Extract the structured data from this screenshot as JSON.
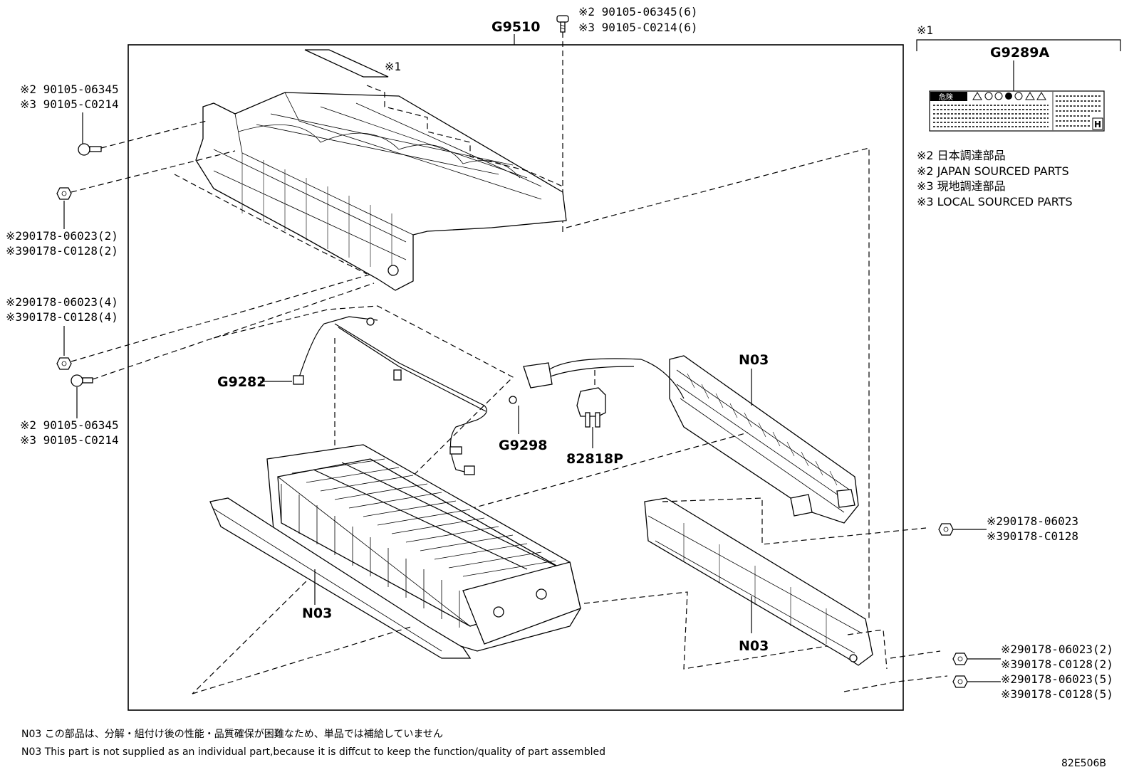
{
  "assembly": {
    "main_code": "G9510",
    "top_bolt": [
      "※2 90105-06345(6)",
      "※3 90105-C0214(6)"
    ],
    "sheet_marker": "※1"
  },
  "label_box": {
    "marker": "※1",
    "code": "G9289A",
    "warning_text": "危険",
    "corner_letter": "H"
  },
  "legend": [
    "※2 日本調達部品",
    "※2 JAPAN SOURCED PARTS",
    "※3 現地調達部品",
    "※3 LOCAL SOURCED PARTS"
  ],
  "left_callouts": {
    "bolt_upper": [
      "※2 90105-06345",
      "※3 90105-C0214"
    ],
    "nut_upper": [
      "※290178-06023(2)",
      "※390178-C0128(2)"
    ],
    "nut_mid": [
      "※290178-06023(4)",
      "※390178-C0128(4)"
    ],
    "bolt_lower": [
      "※2 90105-06345",
      "※3 90105-C0214"
    ]
  },
  "right_callouts": {
    "nut_single": [
      "※290178-06023",
      "※390178-C0128"
    ],
    "nut_two": [
      "※290178-06023(2)",
      "※390178-C0128(2)"
    ],
    "nut_five": [
      "※290178-06023(5)",
      "※390178-C0128(5)"
    ]
  },
  "part_labels": {
    "wire_left": "G9282",
    "wire_right": "G9298",
    "clip": "82818P",
    "bus_bar": "N03",
    "battery_stack": "N03",
    "bracket": "N03"
  },
  "notes": [
    "N03 この部品は、分解・組付け後の性能・品質確保が困難なため、単品では補給していません",
    "N03 This part is not supplied as an  individual part,because it is diffcut to keep the function/quality of part assembled"
  ],
  "diagram_id": "82E506B"
}
